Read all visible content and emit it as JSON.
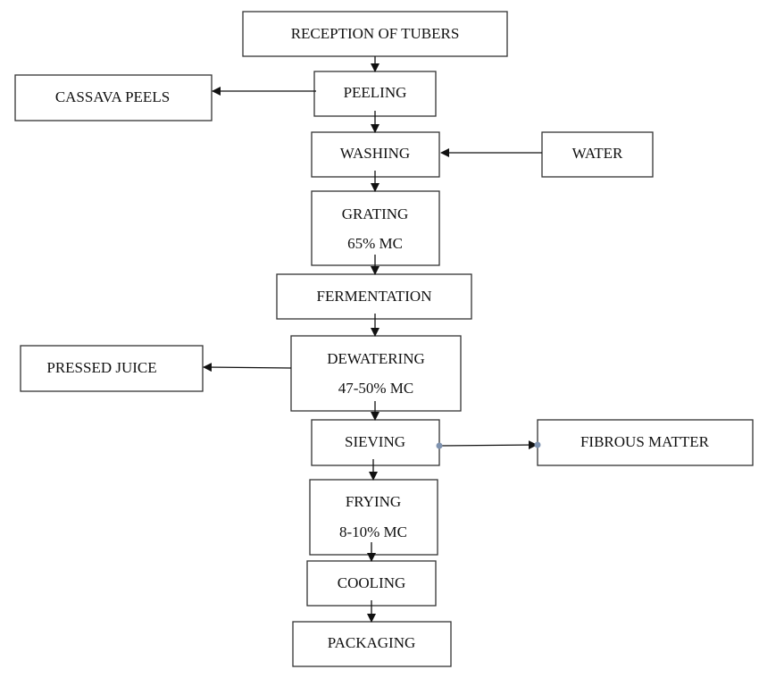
{
  "steps": {
    "reception": "RECEPTION  OF TUBERS",
    "peeling": "PEELING",
    "washing": "WASHING",
    "grating": "GRATING",
    "grating_mc": "65% MC",
    "fermentation": "FERMENTATION",
    "dewatering": "DEWATERING",
    "dewatering_mc": "47-50% MC",
    "sieving": "SIEVING",
    "frying": "FRYING",
    "frying_mc": "8-10% MC",
    "cooling": "COOLING",
    "packaging": "PACKAGING"
  },
  "side": {
    "cassava_peels": "CASSAVA  PEELS",
    "water": "WATER",
    "pressed_juice": "PRESSED  JUICE",
    "fibrous_matter": "FIBROUS  MATTER"
  },
  "colors": {
    "line": "#111111",
    "connector_dot": "#7f93b0"
  }
}
